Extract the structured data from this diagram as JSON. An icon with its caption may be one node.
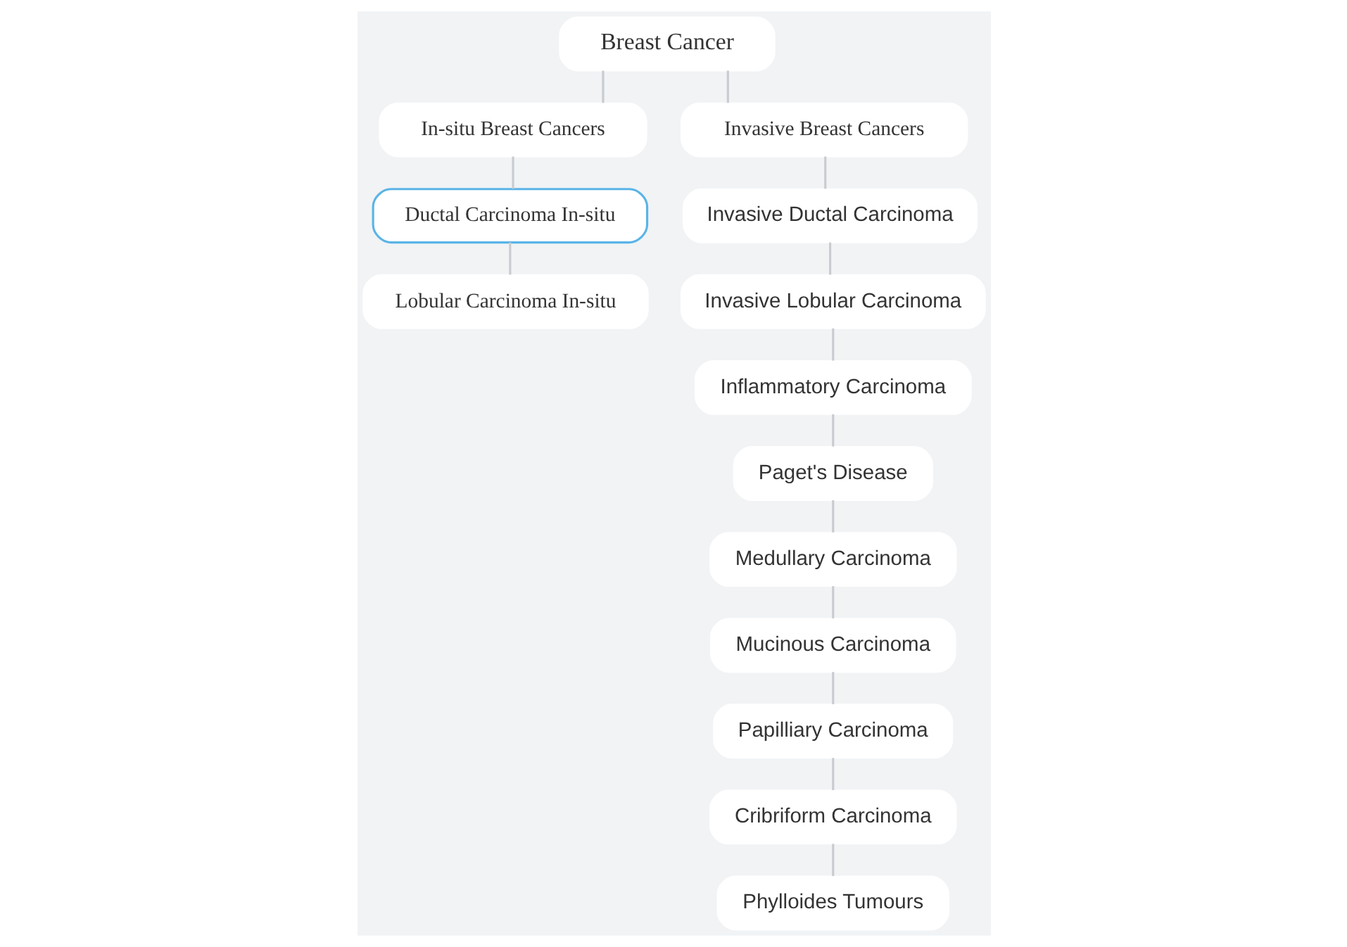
{
  "diagram": {
    "nodes": [
      {
        "text": [
          "Breast Cancer"
        ]
      },
      {
        "text": [
          "In-situ Breast Cancers"
        ]
      },
      {
        "text": [
          "Ductal Carcinoma In-situ"
        ]
      },
      {
        "text": [
          "Lobular Carcinoma In-situ"
        ]
      },
      {
        "text": [
          "Invasive Breast Cancers"
        ]
      },
      {
        "text": [
          "Invasive Ductal Carcinoma"
        ]
      },
      {
        "text": [
          "Invasive Lobular Carcinoma"
        ]
      },
      {
        "text": [
          "Inflammatory Carcinoma"
        ]
      },
      {
        "text": [
          "Paget's Disease"
        ]
      },
      {
        "text": [
          "Medullary Carcinoma"
        ]
      },
      {
        "text": [
          "Mucinous Carcinoma"
        ]
      },
      {
        "text": [
          "Papilliary Carcinoma"
        ]
      },
      {
        "text": [
          "Cribriform Carcinoma"
        ]
      },
      {
        "text": [
          "Phylloides Tumours"
        ]
      }
    ],
    "edges": [
      {
        "from": 0,
        "to": 1,
        "arrow": "none"
      },
      {
        "from": 0,
        "to": 4,
        "arrow": "none"
      },
      {
        "from": 1,
        "to": 2,
        "arrow": "none"
      },
      {
        "from": 2,
        "to": 3,
        "arrow": "none"
      },
      {
        "from": 4,
        "to": 5,
        "arrow": "none"
      },
      {
        "from": 5,
        "to": 6,
        "arrow": "none"
      },
      {
        "from": 6,
        "to": 7,
        "arrow": "none"
      },
      {
        "from": 7,
        "to": 8,
        "arrow": "none"
      },
      {
        "from": 8,
        "to": 9,
        "arrow": "none"
      },
      {
        "from": 9,
        "to": 10,
        "arrow": "none"
      },
      {
        "from": 10,
        "to": 11,
        "arrow": "none"
      },
      {
        "from": 11,
        "to": 12,
        "arrow": "none"
      },
      {
        "from": 12,
        "to": 13,
        "arrow": "none"
      }
    ]
  }
}
